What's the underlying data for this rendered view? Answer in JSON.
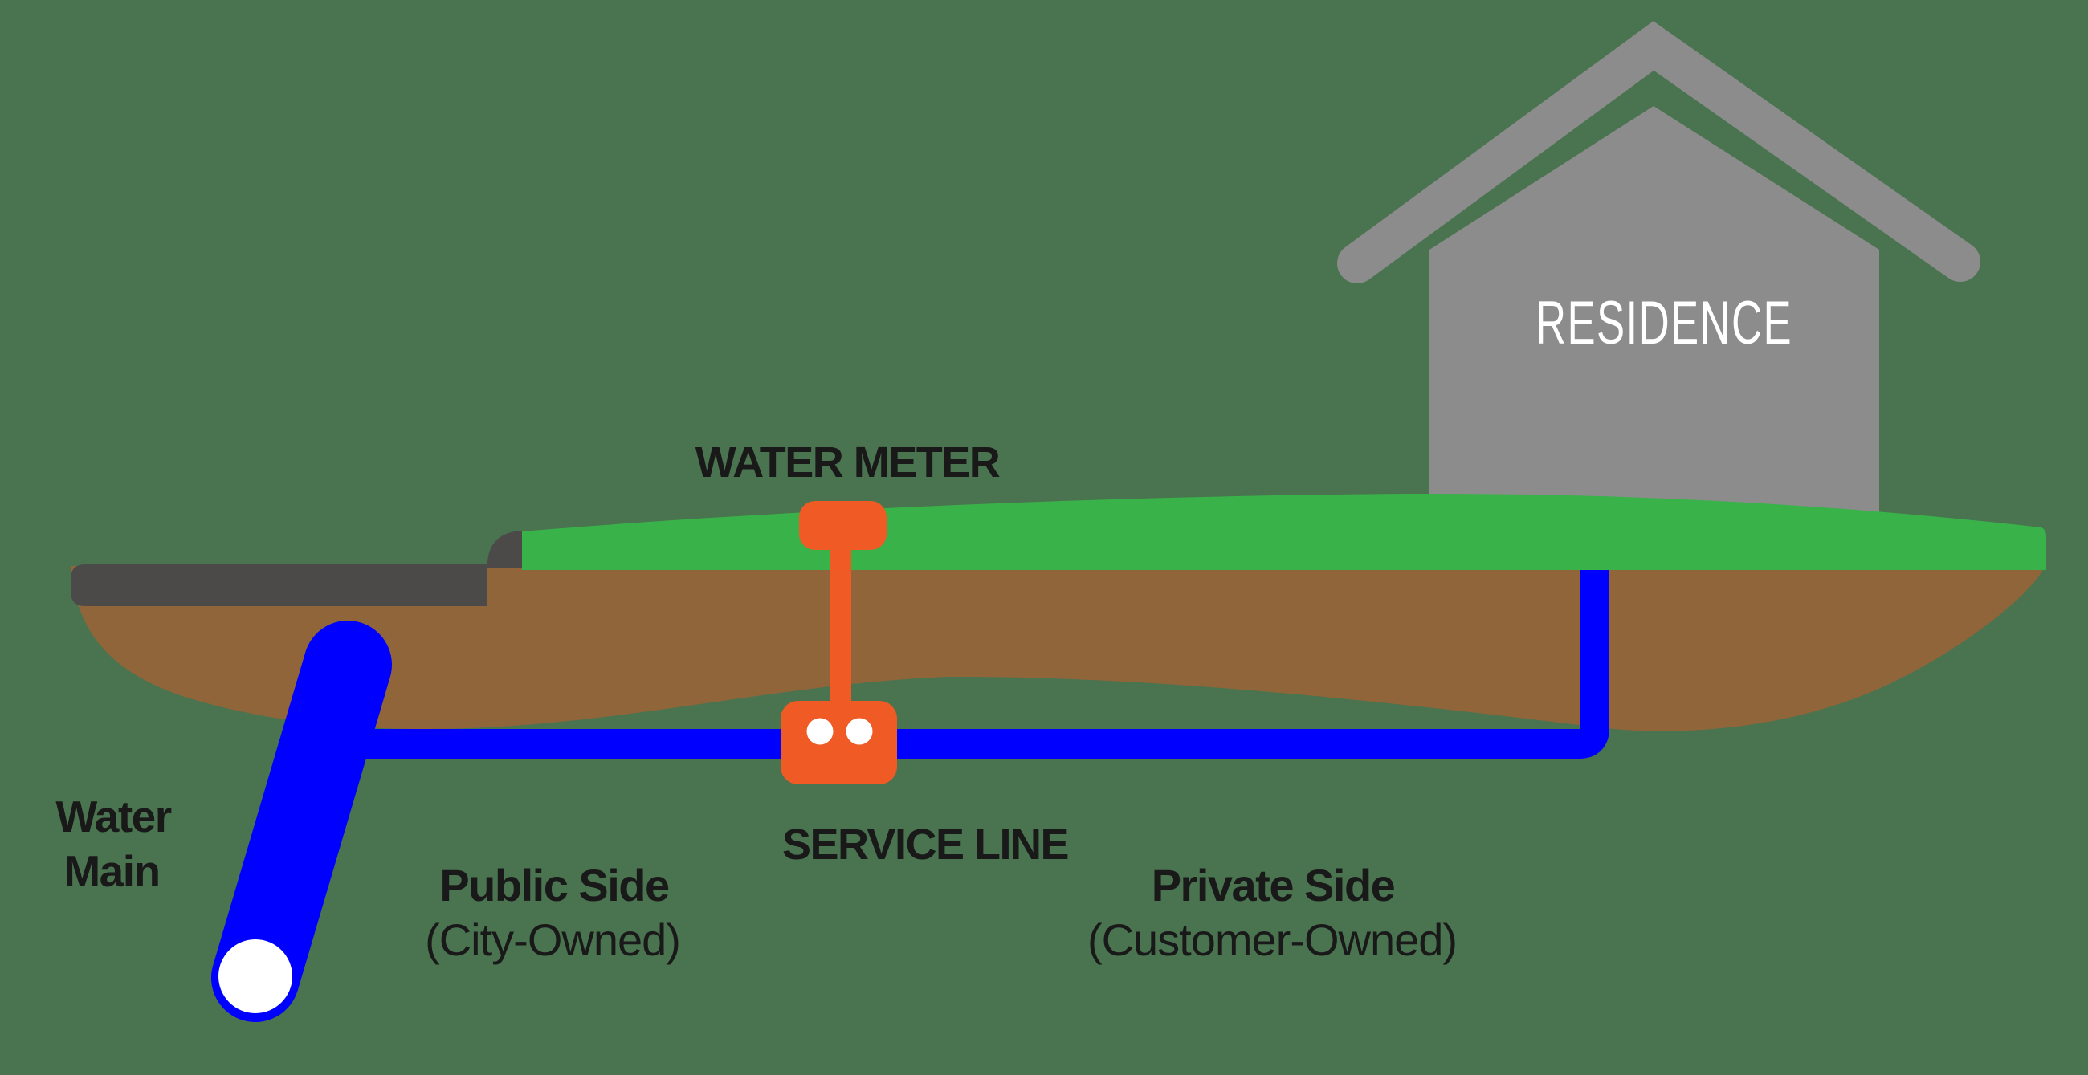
{
  "scene": {
    "title": "Water service line diagram",
    "labels": {
      "residence": "RESIDENCE",
      "water_meter": "WATER METER",
      "service_line": "SERVICE LINE",
      "water_main_line1": "Water",
      "water_main_line2": "Main",
      "public_side": "Public Side",
      "public_side_sub": "(City-Owned)",
      "private_side": "Private Side",
      "private_side_sub": "(Customer-Owned)"
    },
    "colors": {
      "background": "#4A7350",
      "grass": "#3AB24A",
      "soil": "#91653A",
      "road": "#4C4A49",
      "curb": "#4C4A49",
      "house": "#8C8C8C",
      "roof": "#8C8C8C",
      "pipe_blue": "#0000FF",
      "meter_orange": "#F05A24",
      "pipe_opening": "#FFFFFF",
      "meter_dots": "#FFFFFF",
      "label_text": "#191919",
      "residence_text": "#FFFFFF"
    }
  }
}
